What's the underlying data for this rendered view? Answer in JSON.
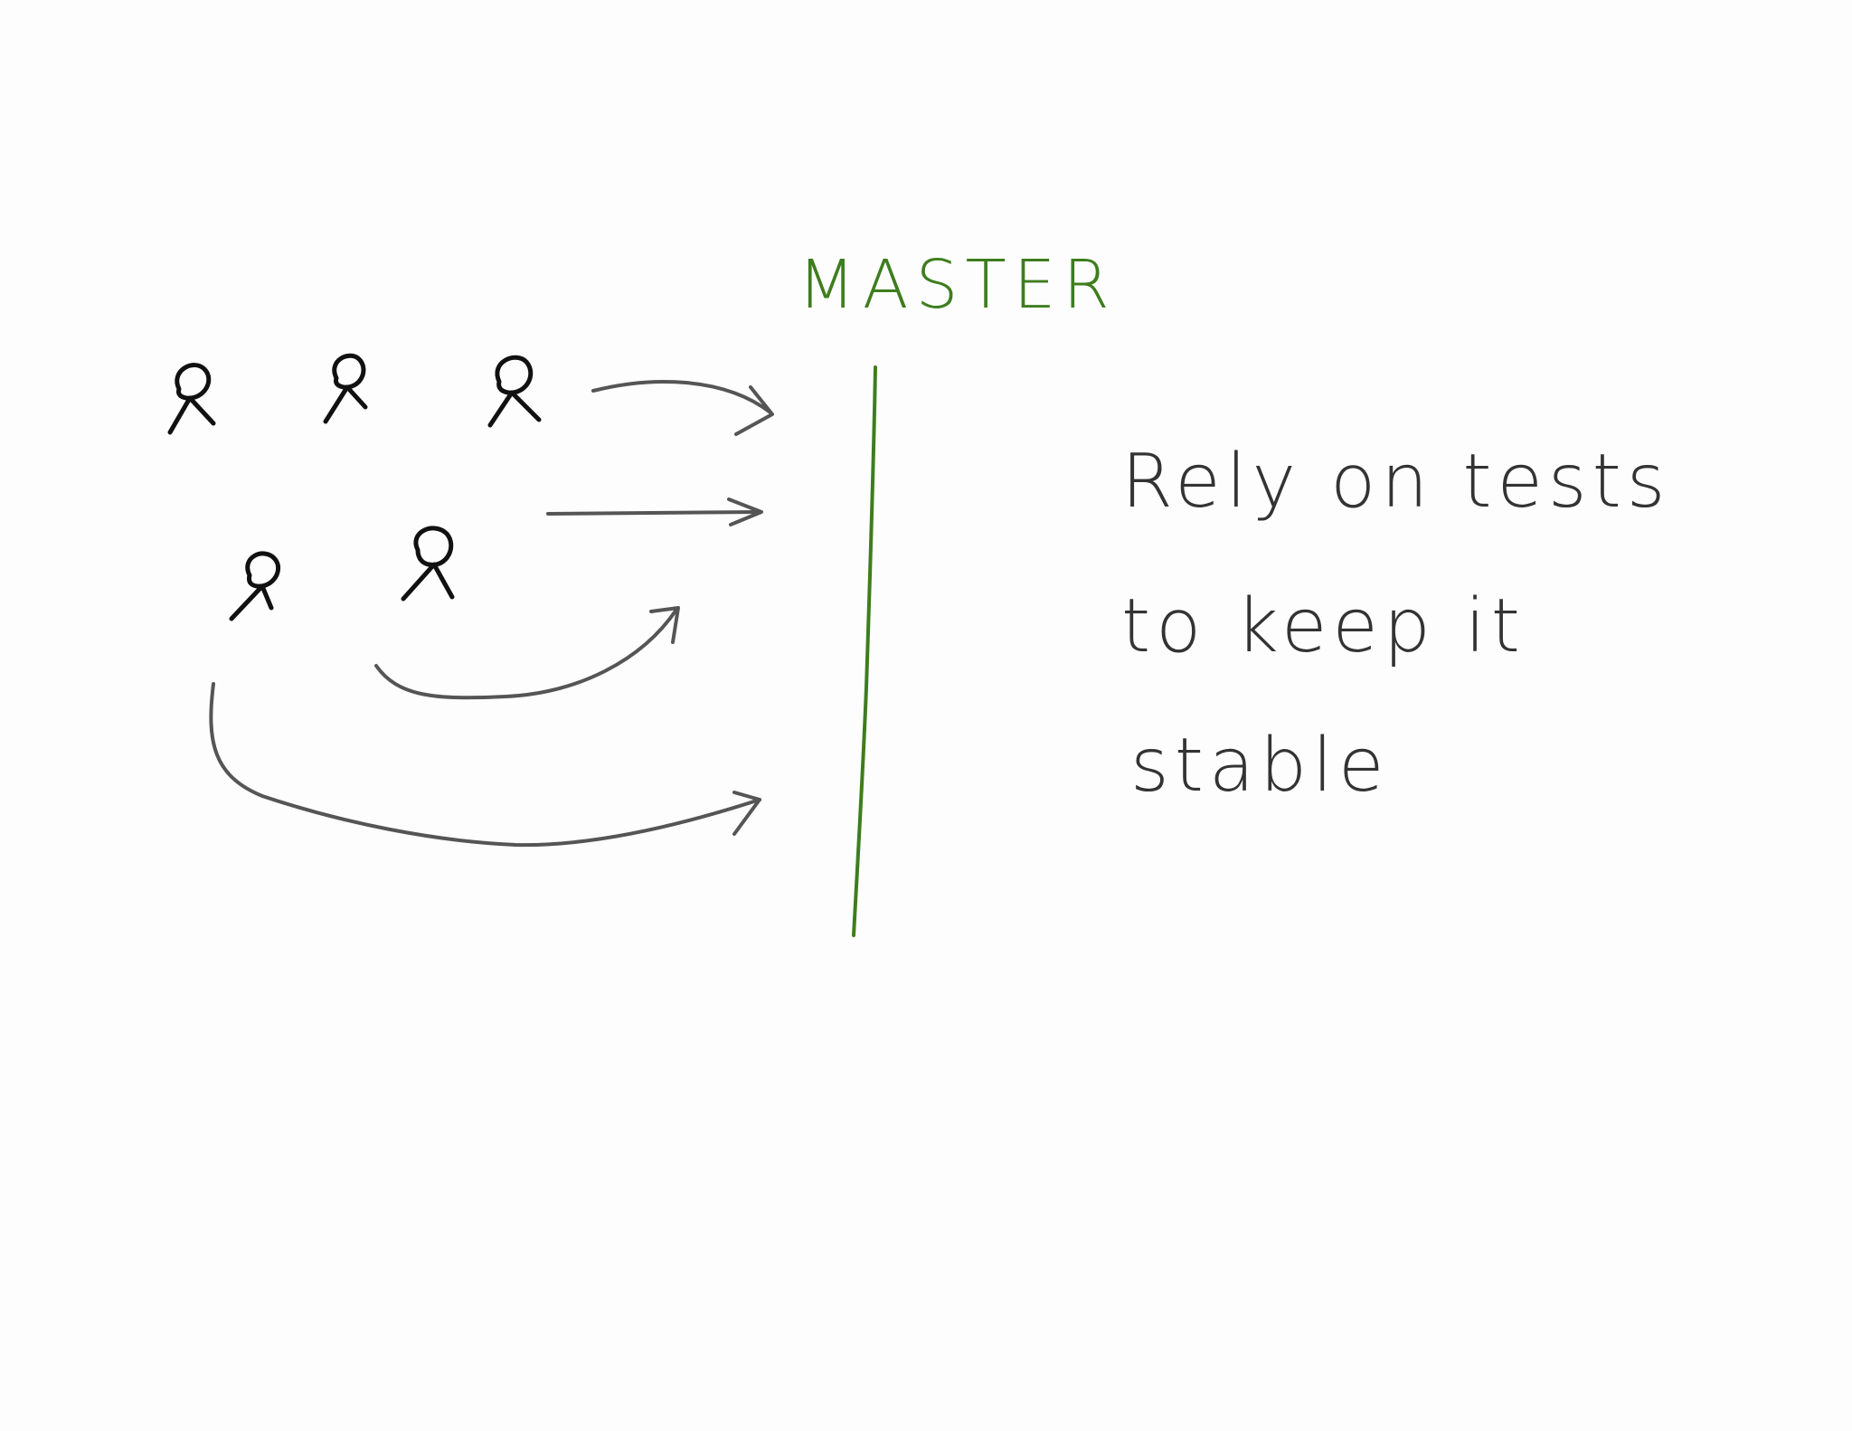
{
  "diagram": {
    "branch_label": "MASTER",
    "note_lines": [
      "Rely on tests",
      "to keep it",
      "stable"
    ],
    "colors": {
      "branch": "#3e7d1e",
      "people": "#111111",
      "arrows": "#555555",
      "note": "#333333",
      "background": "#fdfdfd"
    },
    "people_count": 5,
    "arrows_count": 4
  }
}
